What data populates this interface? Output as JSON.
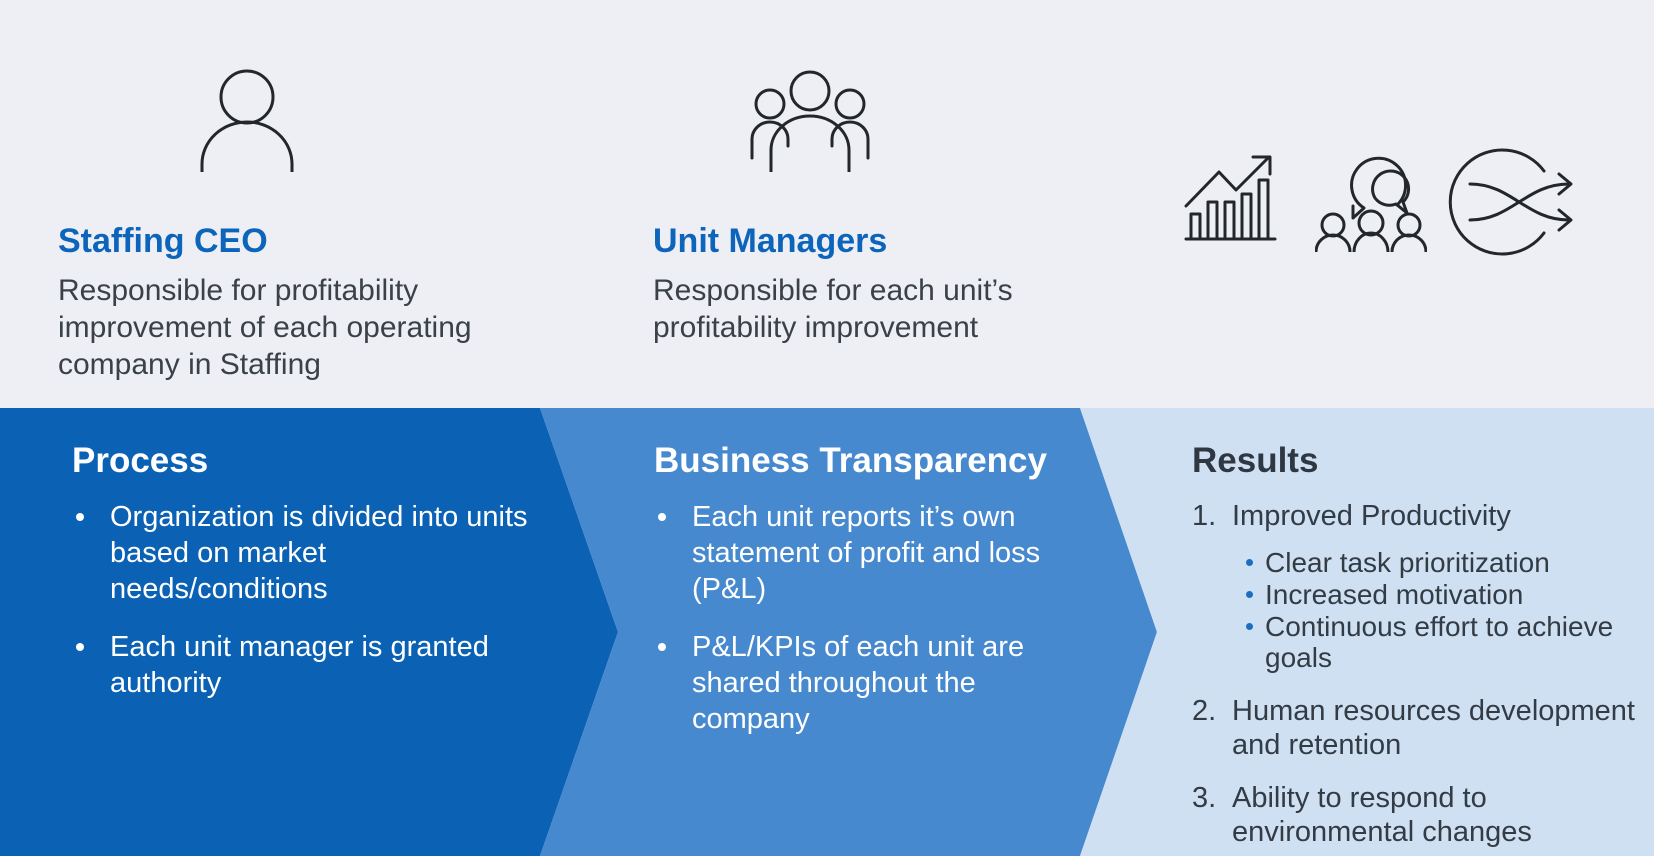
{
  "colors": {
    "top_background": "#edeff4",
    "process_panel": "#0b62b5",
    "transparency_panel": "#4789cf",
    "results_panel": "#cfe0f2",
    "role_heading_blue": "#0c64bb",
    "dark_text": "#333b44",
    "white_text": "#ffffff",
    "icon_stroke": "#23272c",
    "sub_bullet_blue": "#1b6dbe"
  },
  "top": {
    "roles": [
      {
        "title": "Staffing CEO",
        "description": "Responsible for profitability\nimprovement of each operating\ncompany in Staffing",
        "icon": "person-icon"
      },
      {
        "title": "Unit Managers",
        "description": "Responsible for each unit’s\nprofitability improvement",
        "icon": "people-group-icon"
      }
    ],
    "result_icons": [
      "growth-chart-icon",
      "team-discussion-icon",
      "exchange-arrows-icon"
    ]
  },
  "flow": {
    "steps": [
      {
        "title": "Process",
        "bullets": [
          "Organization is divided into units\nbased on market needs/conditions",
          "Each unit manager is granted\nauthority"
        ]
      },
      {
        "title": "Business Transparency",
        "bullets": [
          "Each unit reports it’s own\nstatement of profit and loss\n(P&L)",
          "P&L/KPIs of each unit are\nshared throughout the\ncompany"
        ]
      },
      {
        "title": "Results",
        "items": [
          {
            "number": "1.",
            "text": "Improved Productivity",
            "sub_bullets": [
              "Clear task prioritization",
              "Increased motivation",
              "Continuous effort to achieve\ngoals"
            ]
          },
          {
            "number": "2.",
            "text": "Human resources development\nand retention",
            "sub_bullets": []
          },
          {
            "number": "3.",
            "text": "Ability to respond to\nenvironmental changes",
            "sub_bullets": []
          }
        ]
      }
    ]
  }
}
